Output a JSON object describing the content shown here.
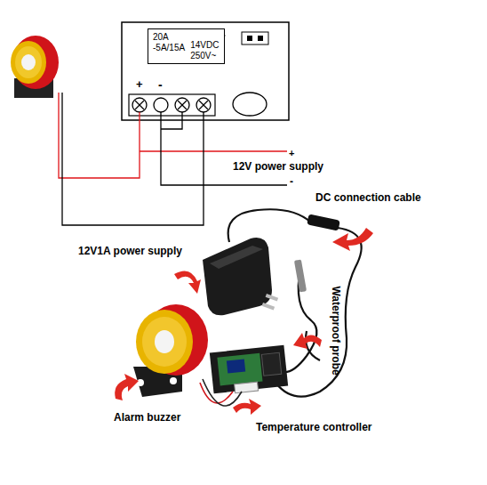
{
  "diagram": {
    "nodes": [
      {
        "text": [
          "20A -5A/15A",
          "14VDC 250V~"
        ]
      }
    ],
    "labels": [
      "+",
      "-",
      "12V power supply",
      "+",
      "-",
      "DC connection cable",
      "12V1A power supply",
      "Waterproof probe",
      "Alarm buzzer",
      "Temperature controller"
    ]
  }
}
